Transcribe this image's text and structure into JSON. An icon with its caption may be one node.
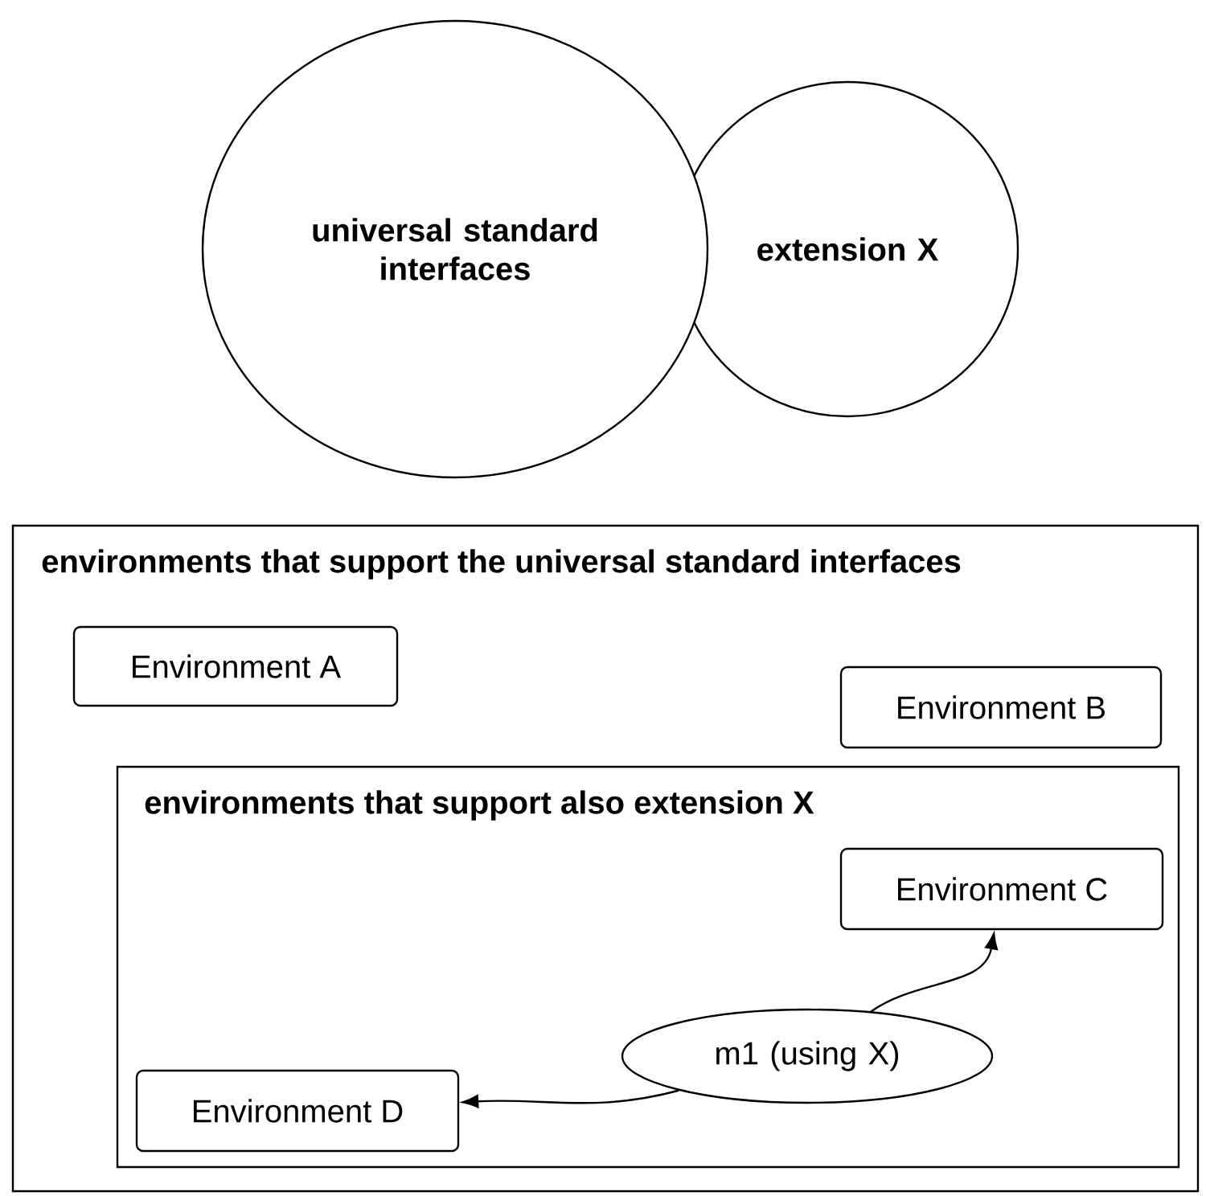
{
  "diagram": {
    "nodes": [
      {
        "text": [
          "universal standard interfaces"
        ]
      },
      {
        "text": [
          "extension X"
        ]
      },
      {
        "text": [
          "environments that support the universal standard interfaces"
        ]
      },
      {
        "text": [
          "Environment A"
        ],
        "in": 2
      },
      {
        "text": [
          "Environment B"
        ],
        "in": 2
      },
      {
        "text": [
          "environments that support also extension X"
        ],
        "in": 2
      },
      {
        "text": [
          "Environment C"
        ],
        "in": 5
      },
      {
        "text": [
          "m1 (using X)"
        ],
        "in": 5
      },
      {
        "text": [
          "Environment D"
        ],
        "in": 5
      }
    ],
    "edges": [
      {
        "from": 7,
        "to": 6,
        "arrow": "to"
      },
      {
        "from": 7,
        "to": 8,
        "arrow": "to"
      }
    ]
  }
}
